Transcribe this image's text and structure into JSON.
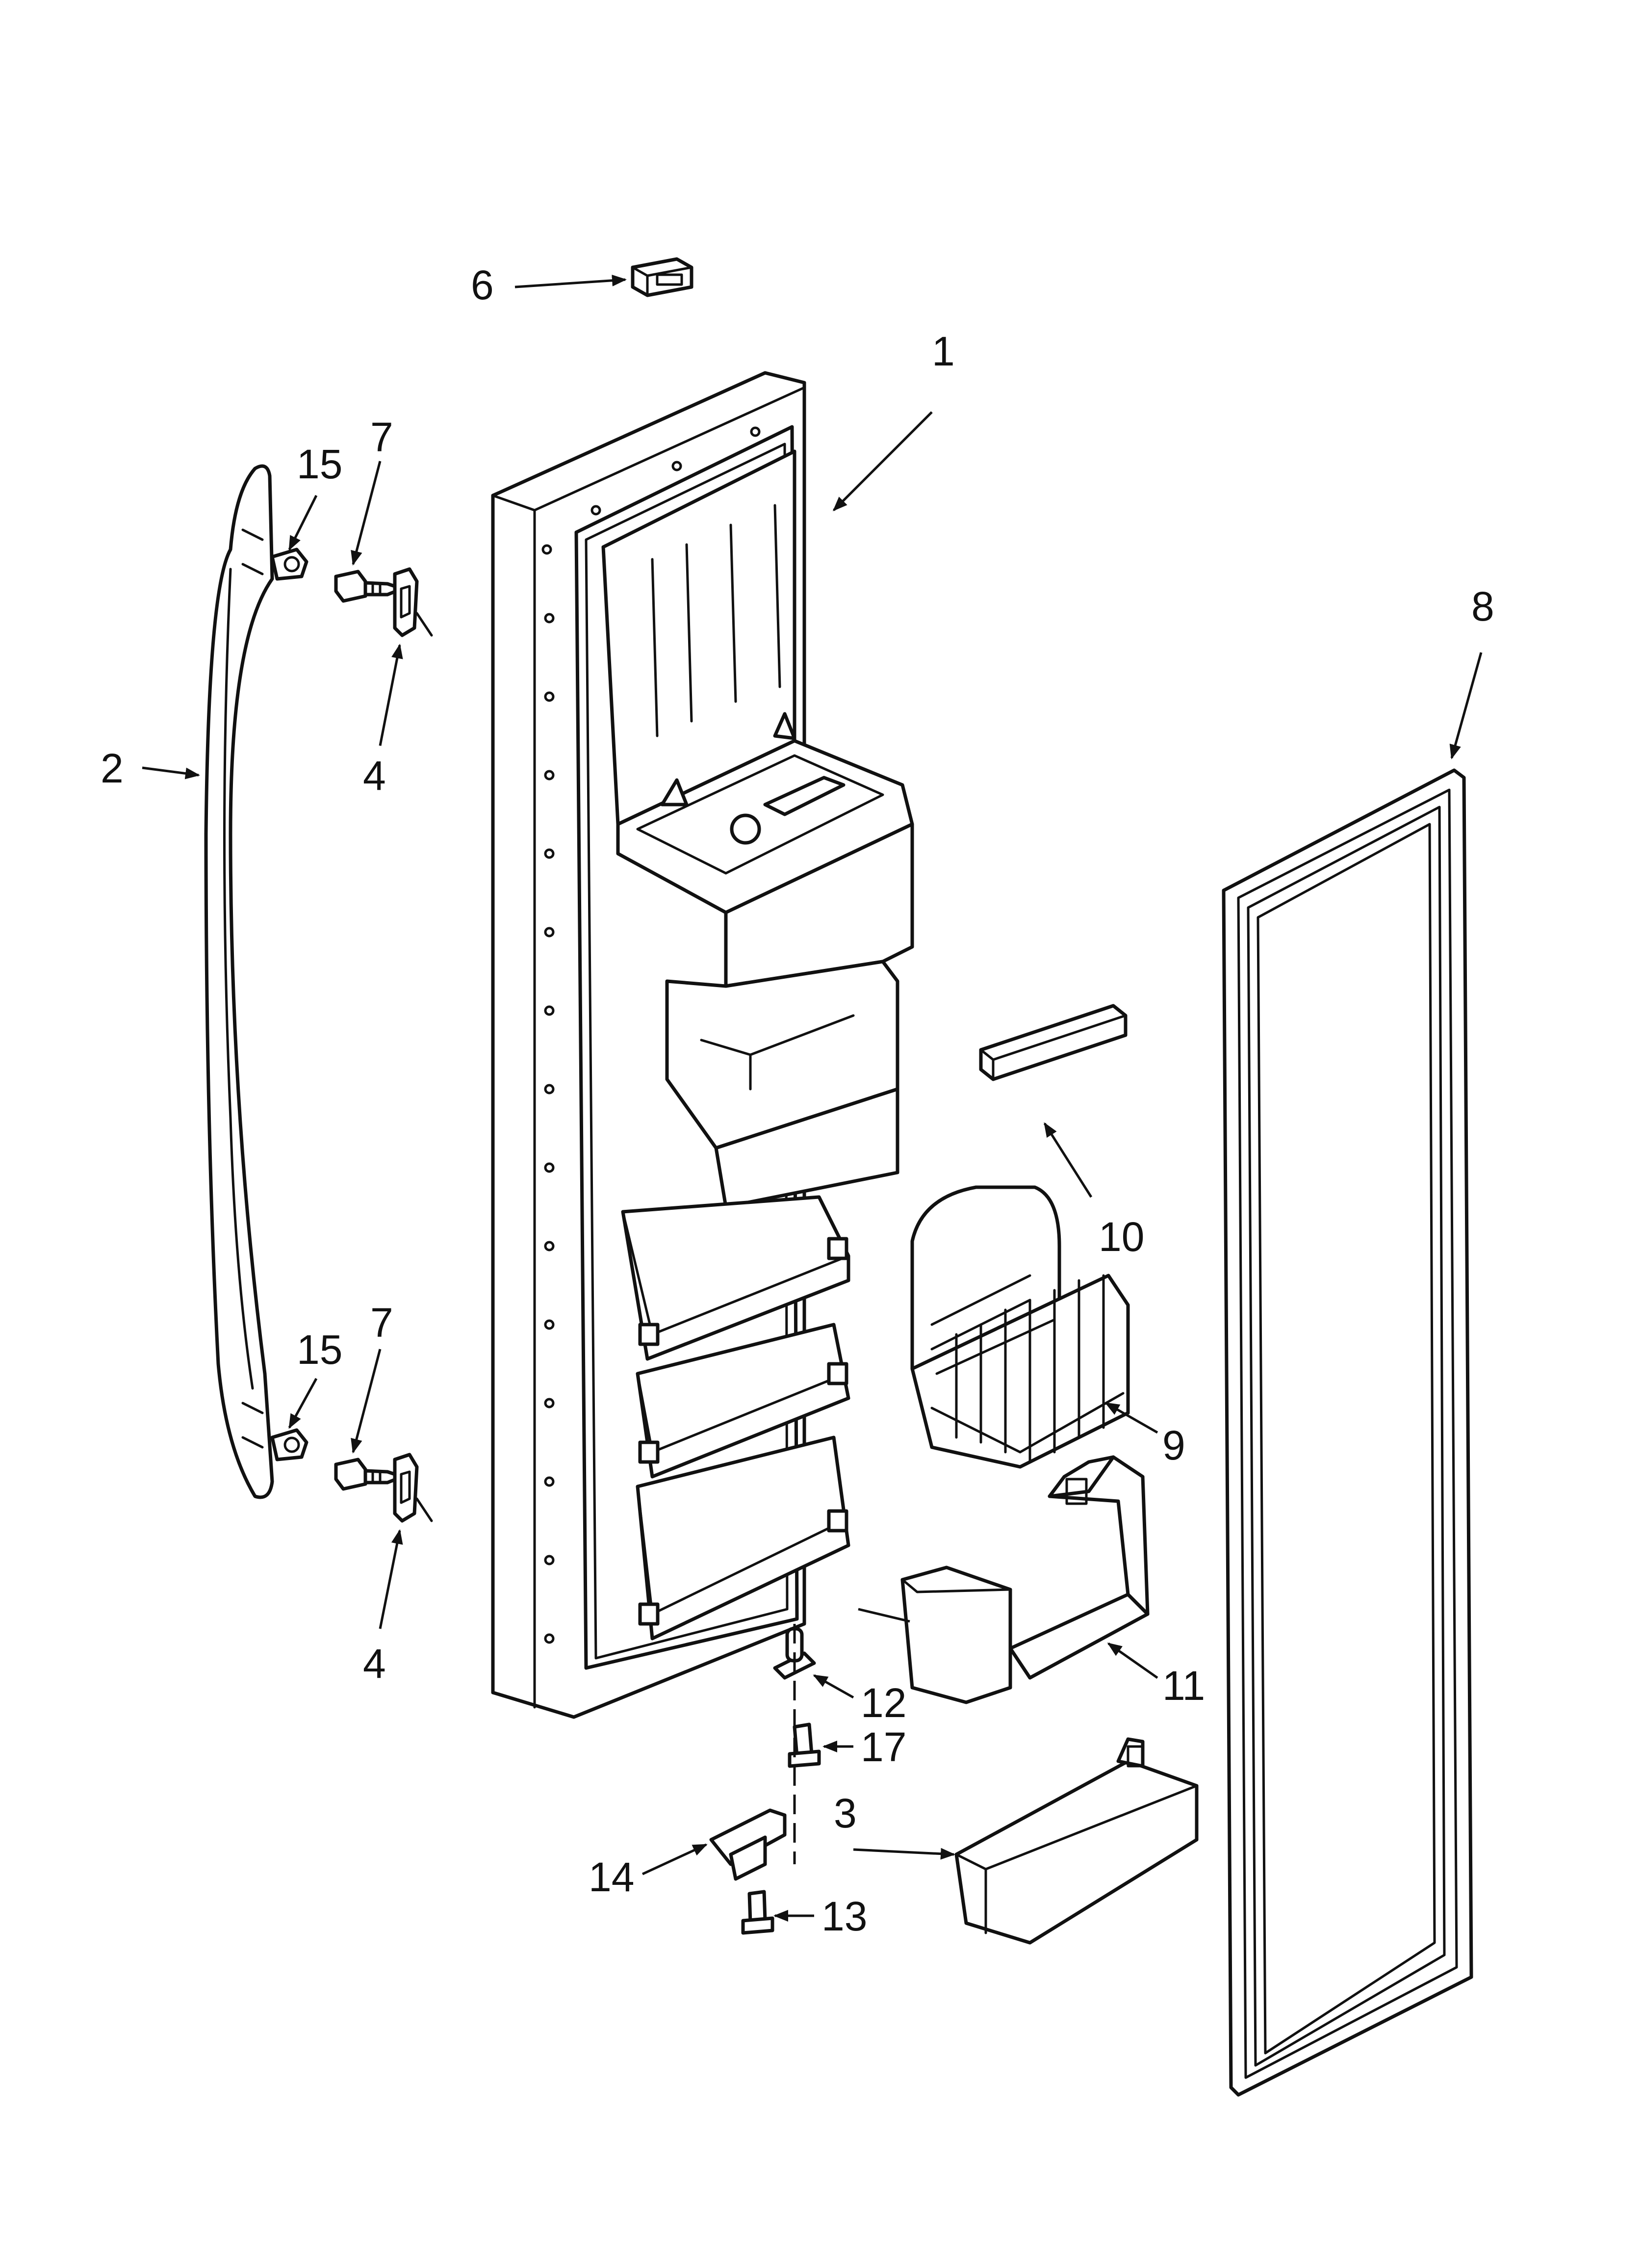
{
  "diagram": {
    "callouts": [
      {
        "id": "c6",
        "label": "6"
      },
      {
        "id": "c1",
        "label": "1"
      },
      {
        "id": "c15a",
        "label": "15"
      },
      {
        "id": "c7a",
        "label": "7"
      },
      {
        "id": "c2",
        "label": "2"
      },
      {
        "id": "c4a",
        "label": "4"
      },
      {
        "id": "c8",
        "label": "8"
      },
      {
        "id": "c10",
        "label": "10"
      },
      {
        "id": "c15b",
        "label": "15"
      },
      {
        "id": "c7b",
        "label": "7"
      },
      {
        "id": "c9",
        "label": "9"
      },
      {
        "id": "c4b",
        "label": "4"
      },
      {
        "id": "c11",
        "label": "11"
      },
      {
        "id": "c12",
        "label": "12"
      },
      {
        "id": "c17",
        "label": "17"
      },
      {
        "id": "c3",
        "label": "3"
      },
      {
        "id": "c14",
        "label": "14"
      },
      {
        "id": "c13",
        "label": "13"
      }
    ]
  }
}
